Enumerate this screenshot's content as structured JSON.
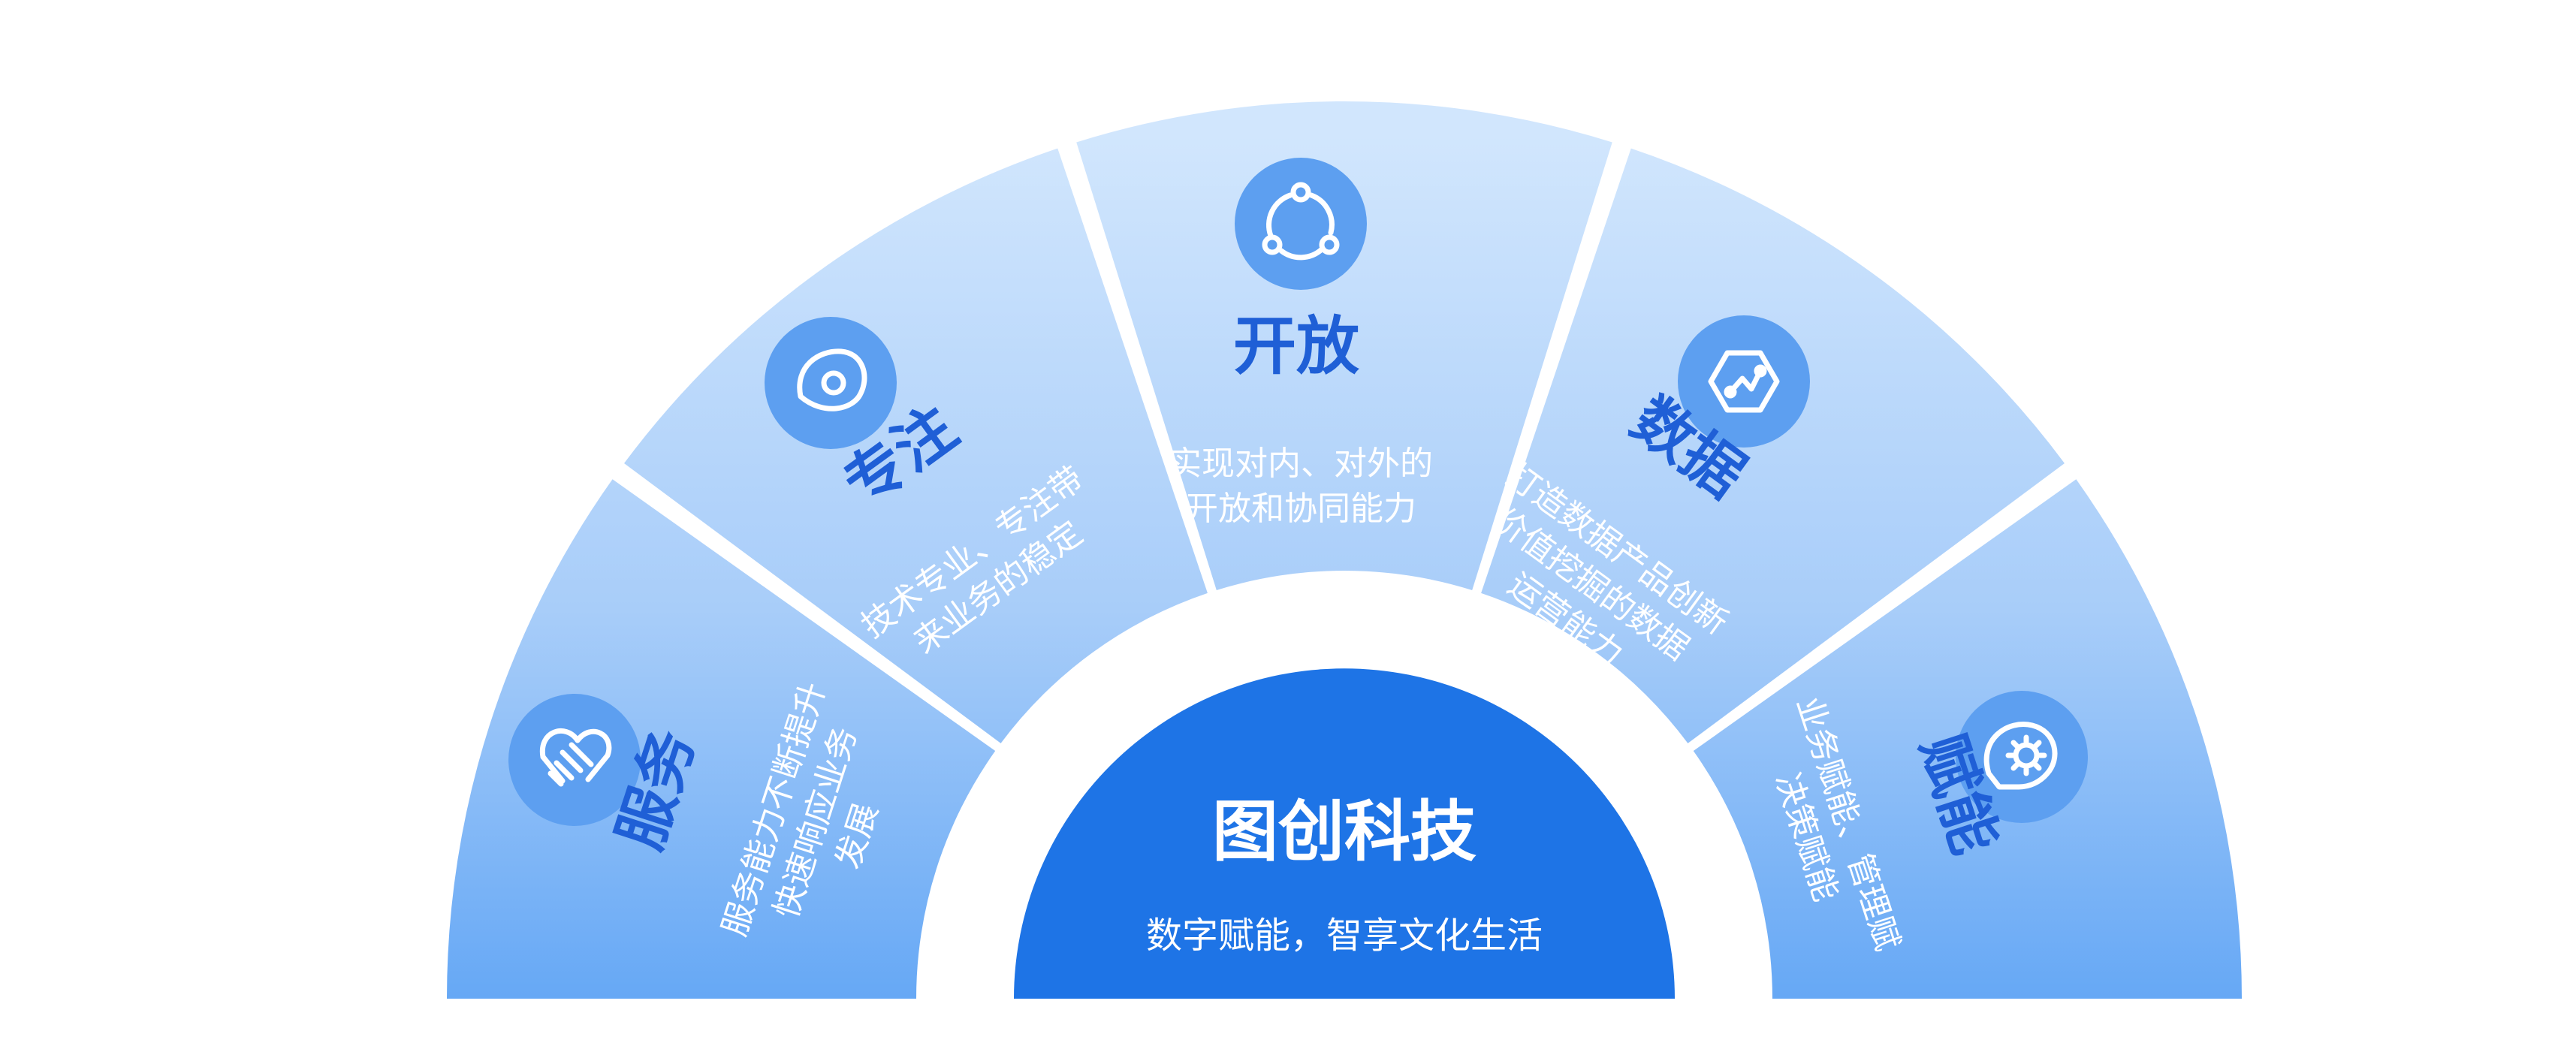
{
  "center": {
    "title": "图创科技",
    "subtitle": "数字赋能，智享文化生活"
  },
  "segments": [
    {
      "id": "service",
      "title": "服务",
      "lines": [
        "服务能力不断提升",
        "快速响应业务",
        "发展"
      ],
      "icon": "handshake-icon"
    },
    {
      "id": "focus",
      "title": "专注",
      "lines": [
        "技术专业、专注带",
        "来业务的稳定"
      ],
      "icon": "eye-icon"
    },
    {
      "id": "open",
      "title": "开放",
      "lines": [
        "实现对内、对外的",
        "开放和协同能力"
      ],
      "icon": "share-cycle-icon"
    },
    {
      "id": "data",
      "title": "数据",
      "lines": [
        "打造数据产品创新",
        "价值挖掘的数据",
        "运营能力"
      ],
      "icon": "hexagon-chart-icon"
    },
    {
      "id": "empower",
      "title": "赋能",
      "lines": [
        "业务赋能、管理赋",
        "决策赋能"
      ],
      "icon": "bulb-gear-icon"
    }
  ],
  "colors": {
    "title": "#1f5fd6",
    "desc": "#ffffff",
    "center": "#1e74e6",
    "iconCircle": "#5d9ff0",
    "gradTop": "#d1e6fd",
    "gradBottom": "#66a8f5"
  }
}
